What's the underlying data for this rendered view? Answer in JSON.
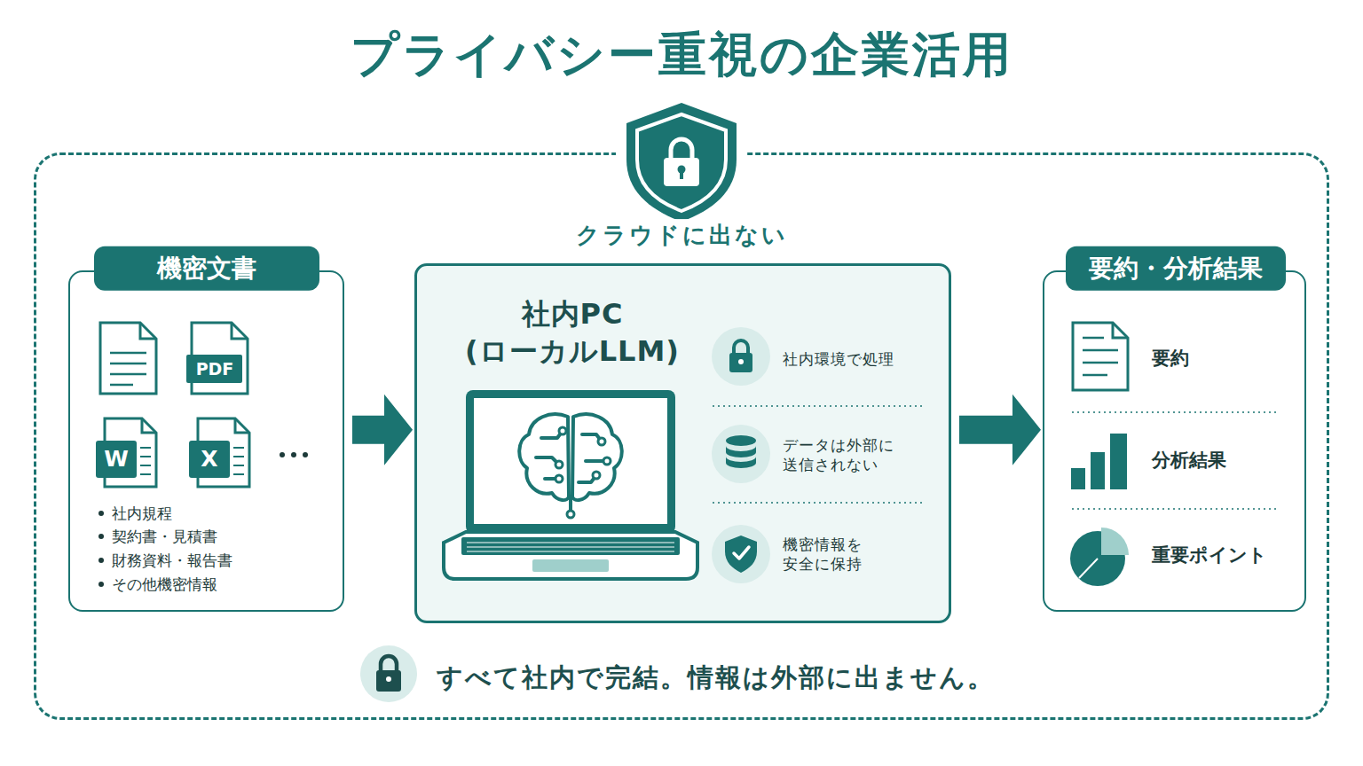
{
  "diagram": {
    "title": "プライバシー重視の企業活用",
    "nodes": [
      {
        "text": [
          "クラウドに出ない",
          "すべて社内で完結。情報は外部に出ません。"
        ]
      },
      {
        "text": [
          "機密文書",
          "社内規程",
          "契約書・見積書",
          "財務資料・報告書",
          "その他機密情報"
        ],
        "in": 0
      },
      {
        "text": [
          "社内PC (ローカルLLM)",
          "社内環境で処理",
          "データは外部に 送信されない",
          "機密情報を 安全に保持"
        ],
        "in": 0
      },
      {
        "text": [
          "要約・分析結果",
          "要約",
          "分析結果",
          "重要ポイント"
        ],
        "in": 0
      }
    ],
    "edges": [
      {
        "from": 1,
        "to": 2,
        "arrow": "to"
      },
      {
        "from": 2,
        "to": 3,
        "arrow": "to"
      }
    ],
    "labels": [
      "PDF",
      "W",
      "X"
    ]
  }
}
